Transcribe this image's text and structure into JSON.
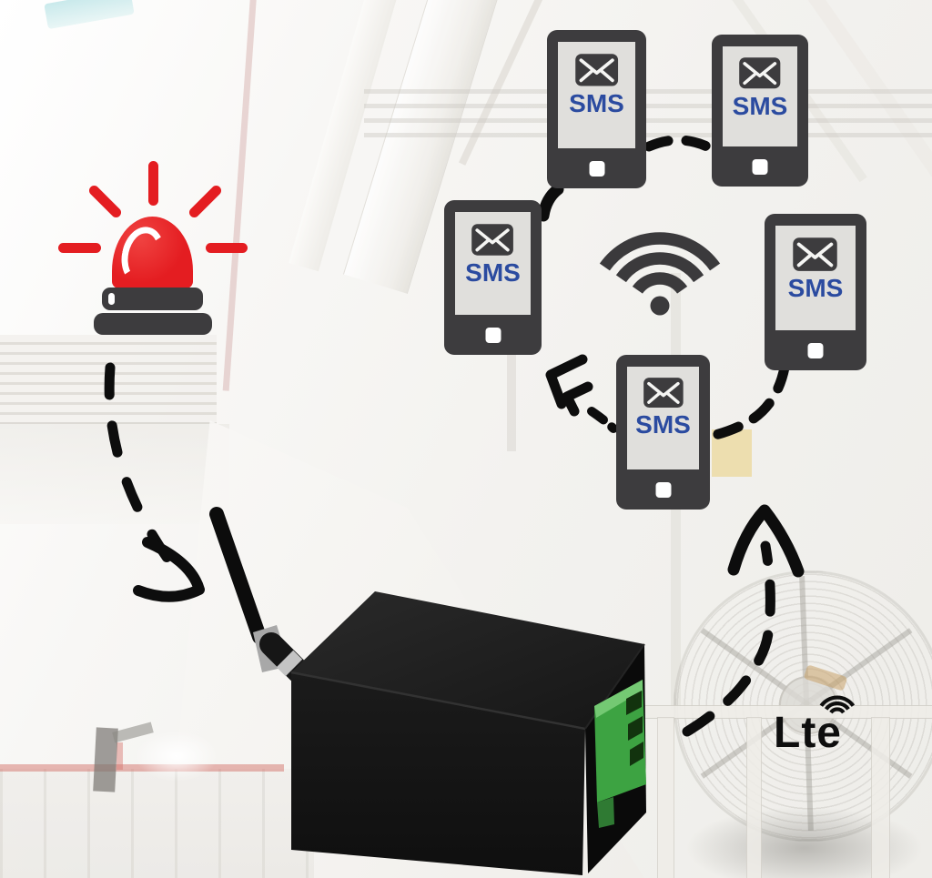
{
  "colors": {
    "alarm_red": "#e41d21",
    "dark_gray": "#3d3c3e",
    "sms_blue": "#2b4ba0",
    "arrow_black": "#0d0d0d",
    "wifi_gray": "#3b3a3c",
    "device_black": "#141414",
    "terminal_green": "#3da342",
    "lte_black": "#0e0e0e",
    "bg_white": "#f6f5f3"
  },
  "phones": [
    {
      "label": "SMS"
    },
    {
      "label": "SMS"
    },
    {
      "label": "SMS"
    },
    {
      "label": "SMS"
    },
    {
      "label": "SMS"
    }
  ],
  "lte": {
    "label": "Lte"
  }
}
